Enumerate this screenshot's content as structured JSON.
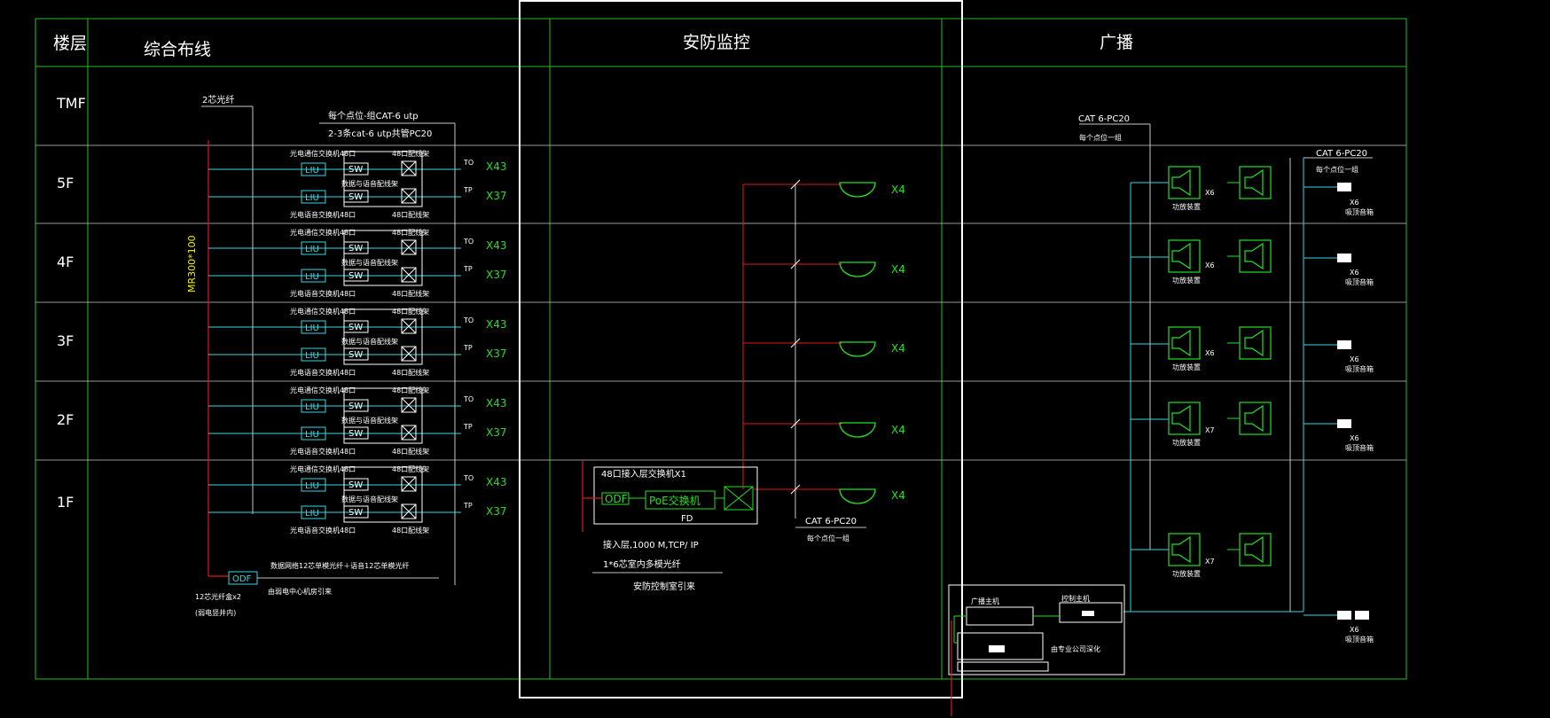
{
  "headers": {
    "floor_col": "楼层",
    "cabling": "综合布线",
    "security": "安防监控",
    "broadcast": "广播"
  },
  "floors": [
    "TMF",
    "5F",
    "4F",
    "3F",
    "2F",
    "1F"
  ],
  "cabling": {
    "fiber_2": "2芯光纤",
    "per_point_cat6": "每个点位-组CAT-6 utp",
    "cat6_pc20": "2-3条cat-6 utp共管PC20",
    "riser_label": "MR300*100",
    "liu": "LIU",
    "sw": "SW",
    "top_switch": "光电通信交换机48口",
    "top_patch": "48口配线架",
    "mid_label": "数据与语音配线架",
    "bot_switch": "光电语音交换机48口",
    "bot_patch": "48口配线架",
    "to": "TO",
    "tp": "TP",
    "x43": "X43",
    "x37": "X37",
    "odf": "ODF",
    "odf_note1": "数据网络12芯单模光纤＋语音12芯单模光纤",
    "odf_note2": "由弱电中心机房引来",
    "fiber_note1": "12芯光纤盒x2",
    "fiber_note2": "(弱电竖井内)"
  },
  "security": {
    "access_switch": "48口接入层交换机X1",
    "odf": "ODF",
    "poe": "PoE交换机",
    "fd": "FD",
    "note1": "接入层,1000 M,TCP/ IP",
    "note2": "1*6芯室内多模光纤",
    "note3": "安防控制室引来",
    "cat6": "CAT 6-PC20",
    "per_point": "每个点位一组",
    "x4": "X4"
  },
  "broadcast": {
    "cat6_a": "CAT 6-PC20",
    "per_point_a": "每个点位一组",
    "cat6_b": "CAT 6-PC20",
    "per_point_b": "每个点位一组",
    "amp_label": "功放装置",
    "speaker_label": "吸顶音箱",
    "x6": "X6",
    "x7": "X7",
    "host_note": "由专业公司深化",
    "eq_top": "广播主机",
    "eq_right": "控制主机"
  },
  "colors": {
    "background": "#000000",
    "frame": "#22c022",
    "white_frame": "#ffffff",
    "cyan": "#34d8e0",
    "red": "#e01818",
    "green": "#22e022",
    "yellow": "#f2f200",
    "white": "#ffffff"
  }
}
